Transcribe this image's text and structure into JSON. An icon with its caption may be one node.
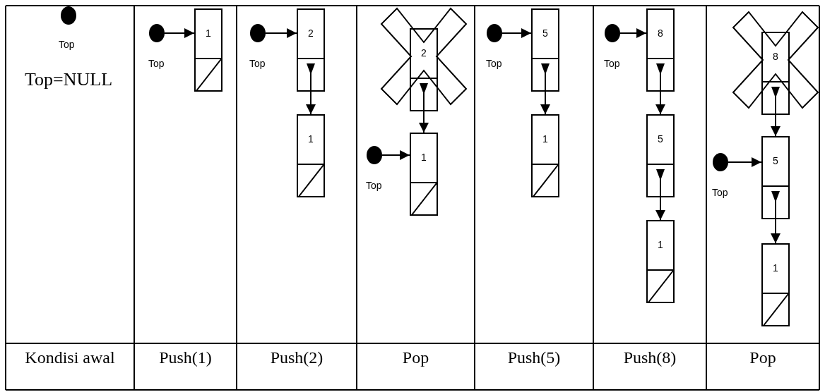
{
  "diagram": {
    "nodes": [
      {
        "text": [],
        "shape": "circle",
        "beside": [
          "Top"
        ]
      },
      {
        "text": [],
        "shape": "circle",
        "beside": [
          "Top"
        ]
      },
      {
        "text": [
          "1"
        ]
      },
      {
        "text": [],
        "shape": "circle",
        "beside": [
          "Top"
        ]
      },
      {
        "text": [
          "2"
        ]
      },
      {
        "text": [
          "1"
        ]
      },
      {
        "text": [
          "2"
        ]
      },
      {
        "text": [],
        "shape": "circle",
        "beside": [
          "Top"
        ]
      },
      {
        "text": [
          "1"
        ]
      },
      {
        "text": [],
        "shape": "circle",
        "beside": [
          "Top"
        ]
      },
      {
        "text": [
          "5"
        ]
      },
      {
        "text": [
          "1"
        ]
      },
      {
        "text": [],
        "shape": "circle",
        "beside": [
          "Top"
        ]
      },
      {
        "text": [
          "8"
        ]
      },
      {
        "text": [
          "5"
        ]
      },
      {
        "text": [
          "1"
        ]
      },
      {
        "text": [
          "8"
        ]
      },
      {
        "text": [],
        "shape": "circle",
        "beside": [
          "Top"
        ]
      },
      {
        "text": [
          "5"
        ]
      },
      {
        "text": [
          "1"
        ]
      }
    ],
    "edges": [
      {
        "from": 1,
        "to": 2,
        "arrow": "to"
      },
      {
        "from": 3,
        "to": 4,
        "arrow": "to"
      },
      {
        "from": 4,
        "to": 5,
        "arrow": "to"
      },
      {
        "from": 6,
        "to": 8,
        "arrow": "to"
      },
      {
        "from": 7,
        "to": 8,
        "arrow": "to"
      },
      {
        "from": 9,
        "to": 10,
        "arrow": "to"
      },
      {
        "from": 10,
        "to": 11,
        "arrow": "to"
      },
      {
        "from": 12,
        "to": 13,
        "arrow": "to"
      },
      {
        "from": 13,
        "to": 14,
        "arrow": "to"
      },
      {
        "from": 14,
        "to": 15,
        "arrow": "to"
      },
      {
        "from": 16,
        "to": 18,
        "arrow": "to"
      },
      {
        "from": 17,
        "to": 18,
        "arrow": "to"
      },
      {
        "from": 18,
        "to": 19,
        "arrow": "to"
      }
    ],
    "labels": [
      "Top=NULL",
      "Kondisi awal",
      "Push(1)",
      "Push(2)",
      "Pop",
      "Push(5)",
      "Push(8)",
      "Pop"
    ]
  }
}
